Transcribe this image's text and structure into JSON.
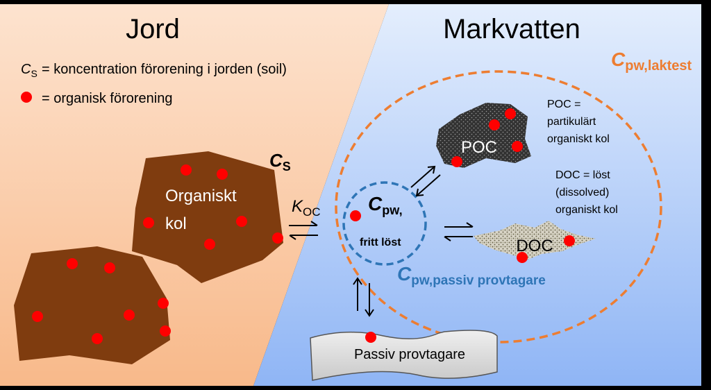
{
  "left_panel": {
    "title": "Jord",
    "legend": {
      "cs_symbol": "C",
      "cs_sub": "S",
      "cs_text": "= koncentration förorening i jorden (soil)",
      "dot_text": "= organisk förorening"
    },
    "organic_carbon_label_line1": "Organiskt",
    "organic_carbon_label_line2": "kol",
    "cs_label_symbol": "C",
    "cs_label_sub": "S"
  },
  "right_panel": {
    "title": "Markvatten",
    "cpw_laktest_symbol": "C",
    "cpw_laktest_sub": "pw,laktest",
    "koc_symbol": "K",
    "koc_sub": "OC",
    "cpw_free_symbol": "C",
    "cpw_free_sub": "pw,",
    "cpw_free_text": "fritt löst",
    "cpw_passive_symbol": "C",
    "cpw_passive_sub": "pw,passiv provtagare",
    "poc_label": "POC",
    "poc_definition_line1": "POC =",
    "poc_definition_line2": "partikulärt",
    "poc_definition_line3": "organiskt kol",
    "doc_label": "DOC",
    "doc_definition_line1": "DOC = löst",
    "doc_definition_line2": "(dissolved)",
    "doc_definition_line3": "organiskt kol",
    "passive_sampler_label": "Passiv provtagare"
  },
  "colors": {
    "soil_background": "#fbd2b0",
    "water_background": "#b9d3fb",
    "soil_particle": "#7f3c0f",
    "pollutant_dot": "#ff0000",
    "laktest_orange": "#ed7d31",
    "passive_blue": "#2e75b6",
    "poc_dark": "#3a3a3a",
    "sampler_grey": "#d9d9d9"
  }
}
